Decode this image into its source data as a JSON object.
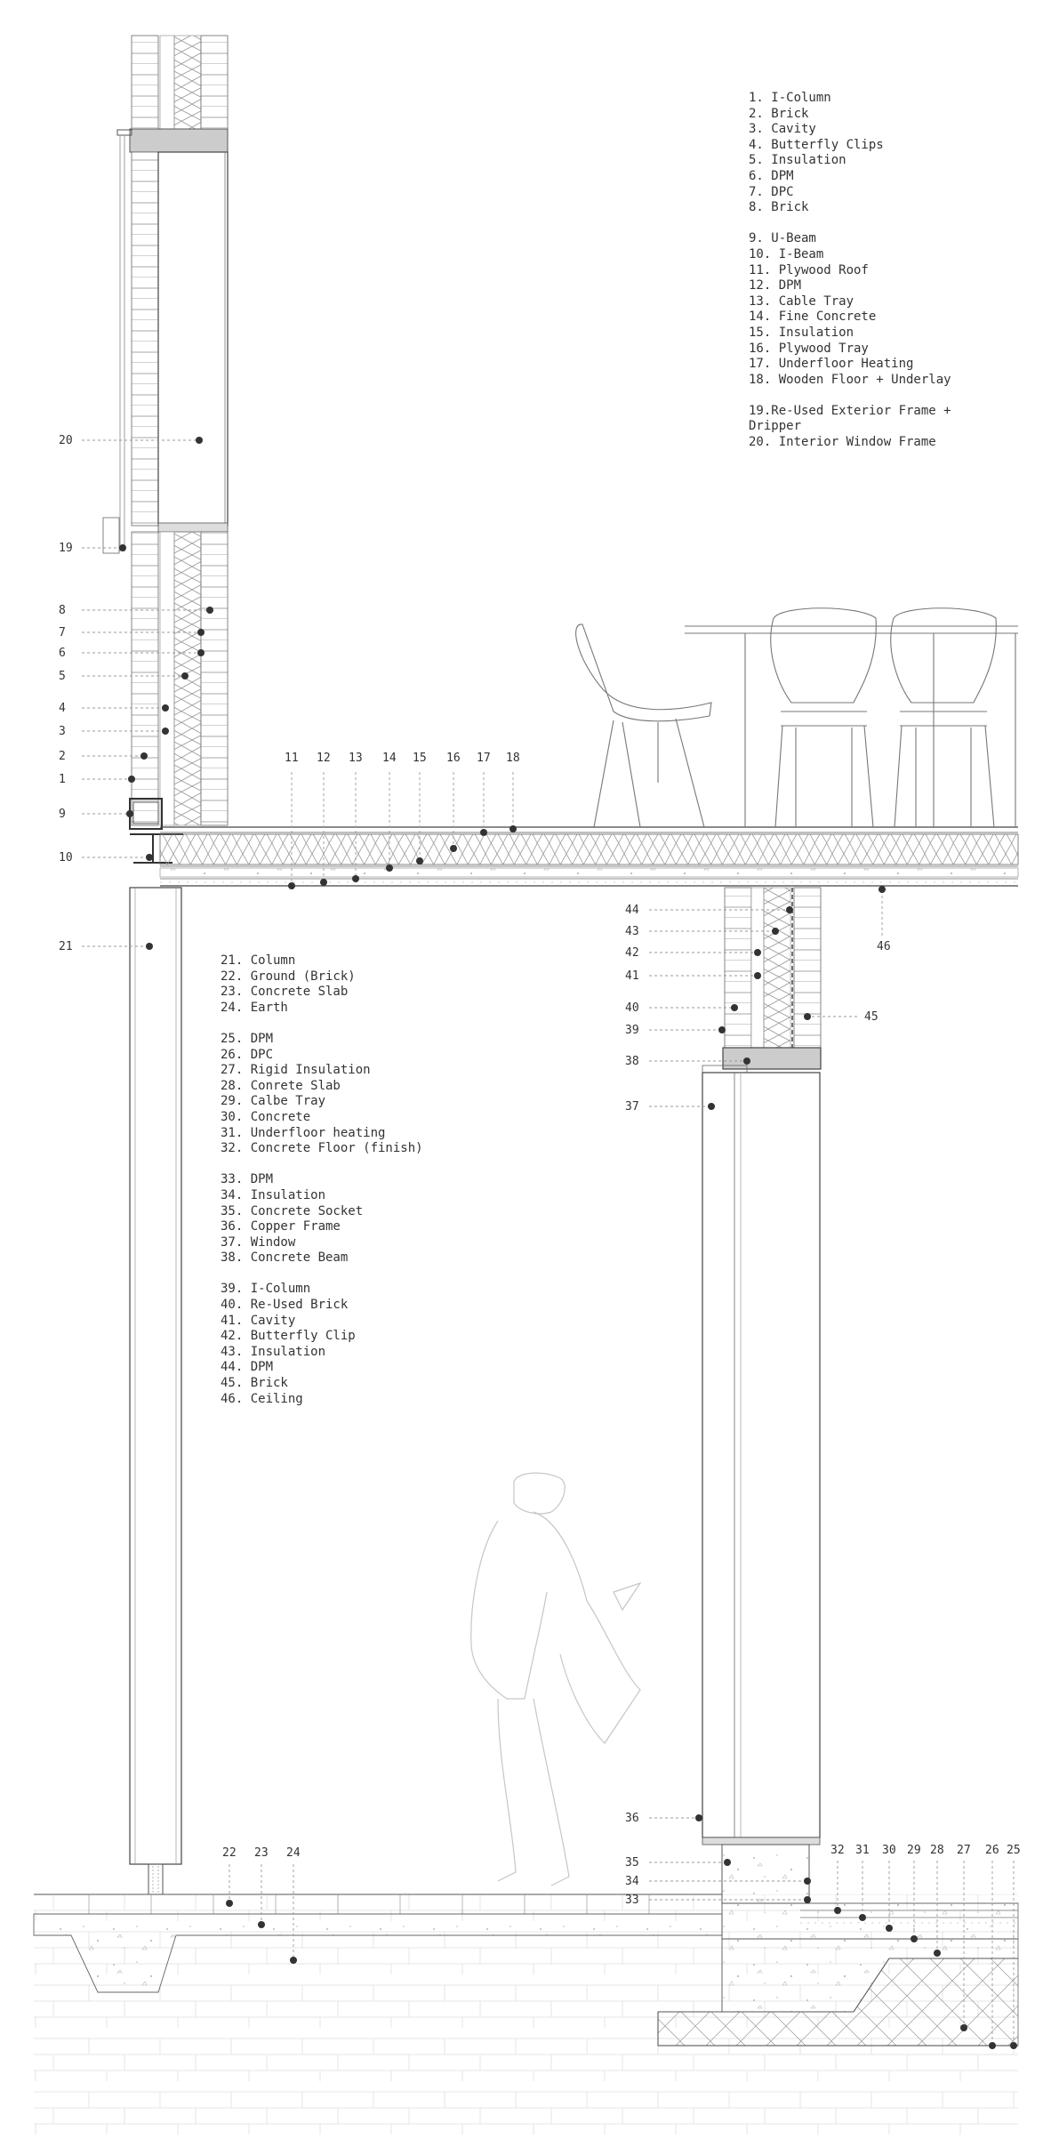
{
  "legend_top": [
    "1. I-Column",
    "2. Brick",
    "3. Cavity",
    "4. Butterfly Clips",
    "5. Insulation",
    "6. DPM",
    "7. DPC",
    "8. Brick",
    "9. U-Beam",
    "10. I-Beam",
    "11. Plywood Roof",
    "12. DPM",
    "13. Cable Tray",
    "14. Fine Concrete",
    "15. Insulation",
    "16. Plywood Tray",
    "17. Underfloor Heating",
    "18. Wooden Floor + Underlay",
    "19.Re-Used Exterior Frame + Dripper",
    "20. Interior Window Frame"
  ],
  "legend_bottom": [
    "21. Column",
    "22. Ground (Brick)",
    "23. Concrete Slab",
    "24. Earth",
    "25. DPM",
    "26. DPC",
    "27. Rigid Insulation",
    "28. Conrete Slab",
    "29. Calbe Tray",
    "30. Concrete",
    "31. Underfloor heating",
    "32. Concrete Floor (finish)",
    "33. DPM",
    "34. Insulation",
    "35. Concrete Socket",
    "36. Copper Frame",
    "37. Window",
    "38. Concrete Beam",
    "39. I-Column",
    "40. Re-Used Brick",
    "41. Cavity",
    "42. Butterfly Clip",
    "43. Insulation",
    "44. DPM",
    "45. Brick",
    "46. Ceiling"
  ],
  "callouts": {
    "c1": "1",
    "c2": "2",
    "c3": "3",
    "c4": "4",
    "c5": "5",
    "c6": "6",
    "c7": "7",
    "c8": "8",
    "c9": "9",
    "c10": "10",
    "c11": "11",
    "c12": "12",
    "c13": "13",
    "c14": "14",
    "c15": "15",
    "c16": "16",
    "c17": "17",
    "c18": "18",
    "c19": "19",
    "c20": "20",
    "c21": "21",
    "c22": "22",
    "c23": "23",
    "c24": "24",
    "c25": "25",
    "c26": "26",
    "c27": "27",
    "c28": "28",
    "c29": "29",
    "c30": "30",
    "c31": "31",
    "c32": "32",
    "c33": "33",
    "c34": "34",
    "c35": "35",
    "c36": "36",
    "c37": "37",
    "c38": "38",
    "c39": "39",
    "c40": "40",
    "c41": "41",
    "c42": "42",
    "c43": "43",
    "c44": "44",
    "c45": "45",
    "c46": "46"
  },
  "colors": {
    "line": "#555555",
    "leader": "#9a9a9a",
    "dot": "#333333",
    "hatch": "#cfcfcf",
    "beam": "#cccccc"
  }
}
